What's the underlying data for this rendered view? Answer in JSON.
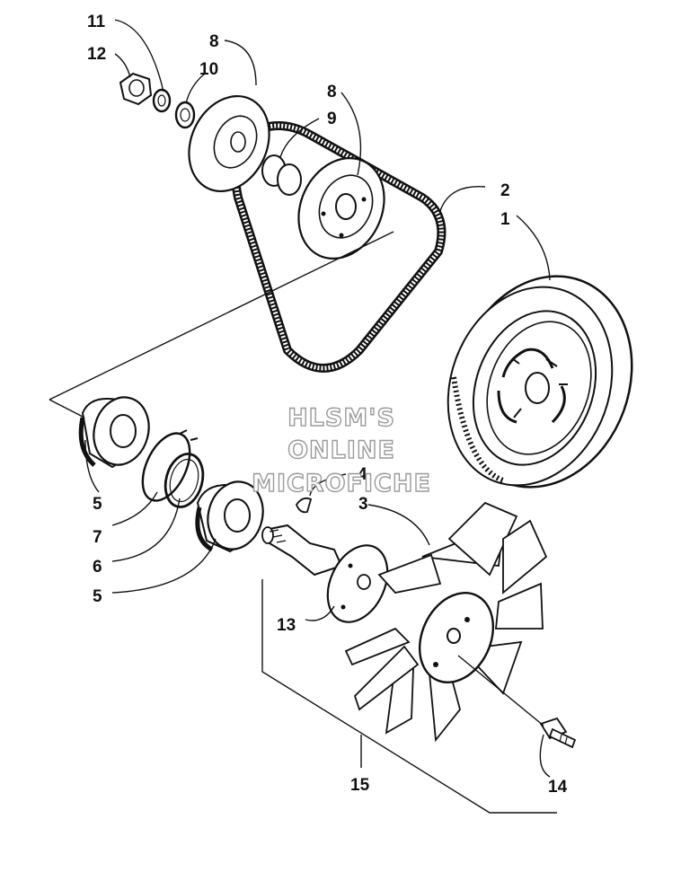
{
  "watermark": {
    "line1": "HLSM'S",
    "line2": "ONLINE",
    "line3": "MICROFICHE"
  },
  "callouts": {
    "p11": "11",
    "p12": "12",
    "p8a": "8",
    "p10": "10",
    "p8b": "8",
    "p9": "9",
    "p2": "2",
    "p1": "1",
    "p4": "4",
    "p3": "3",
    "p5a": "5",
    "p7": "7",
    "p6": "6",
    "p5b": "5",
    "p13": "13",
    "p15": "15",
    "p14": "14"
  },
  "colors": {
    "ink": "#111111",
    "paper": "#ffffff",
    "watermark_outline": "#9a9a9a"
  }
}
